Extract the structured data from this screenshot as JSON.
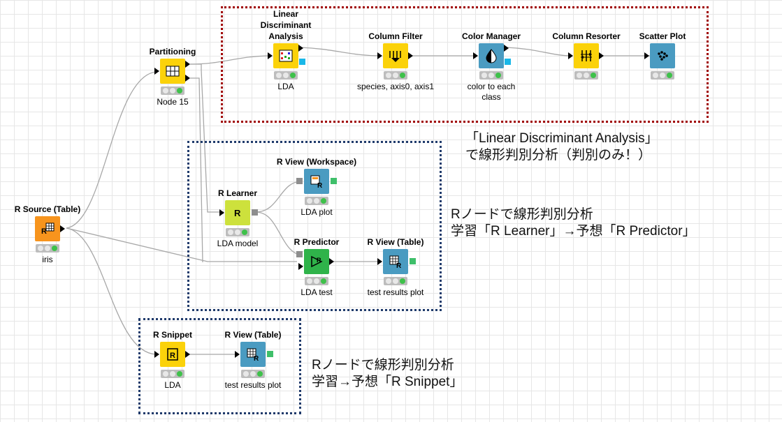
{
  "nodes": {
    "r_source": {
      "title": "R Source (Table)",
      "label": "iris"
    },
    "partitioning": {
      "title": "Partitioning",
      "label": "Node 15"
    },
    "lda": {
      "title": "Linear Discriminant Analysis",
      "label": "LDA"
    },
    "column_filter": {
      "title": "Column Filter",
      "label": "species, axis0, axis1"
    },
    "color_manager": {
      "title": "Color Manager",
      "label": "color to each class"
    },
    "column_resorter": {
      "title": "Column Resorter",
      "label": ""
    },
    "scatter_plot": {
      "title": "Scatter Plot",
      "label": ""
    },
    "r_view_workspace": {
      "title": "R View (Workspace)",
      "label": "LDA plot"
    },
    "r_learner": {
      "title": "R Learner",
      "label": "LDA model"
    },
    "r_predictor": {
      "title": "R Predictor",
      "label": "LDA test"
    },
    "r_view_table_1": {
      "title": "R View (Table)",
      "label": "test results plot"
    },
    "r_snippet": {
      "title": "R Snippet",
      "label": "LDA"
    },
    "r_view_table_2": {
      "title": "R View (Table)",
      "label": "test results plot"
    }
  },
  "annotations": {
    "lda": {
      "line1": "「Linear Discriminant Analysis」",
      "line2": "で線形判別分析（判別のみ！）"
    },
    "r_nodes": {
      "line1": "Rノードで線形判別分析",
      "line2": "学習「R Learner」→予想「R Predictor」"
    },
    "r_snippet": {
      "line1": "Rノードで線形判別分析",
      "line2": "学習→予想「R Snippet」"
    }
  },
  "colors": {
    "manipulator": "#fbd20a",
    "source": "#f7941d",
    "view": "#4a9bc1",
    "learner": "#cde13c",
    "predictor": "#2fb34a",
    "status_ok": "#3ec14a",
    "box_red": "#a00000",
    "box_blue": "#1f3a6b"
  }
}
